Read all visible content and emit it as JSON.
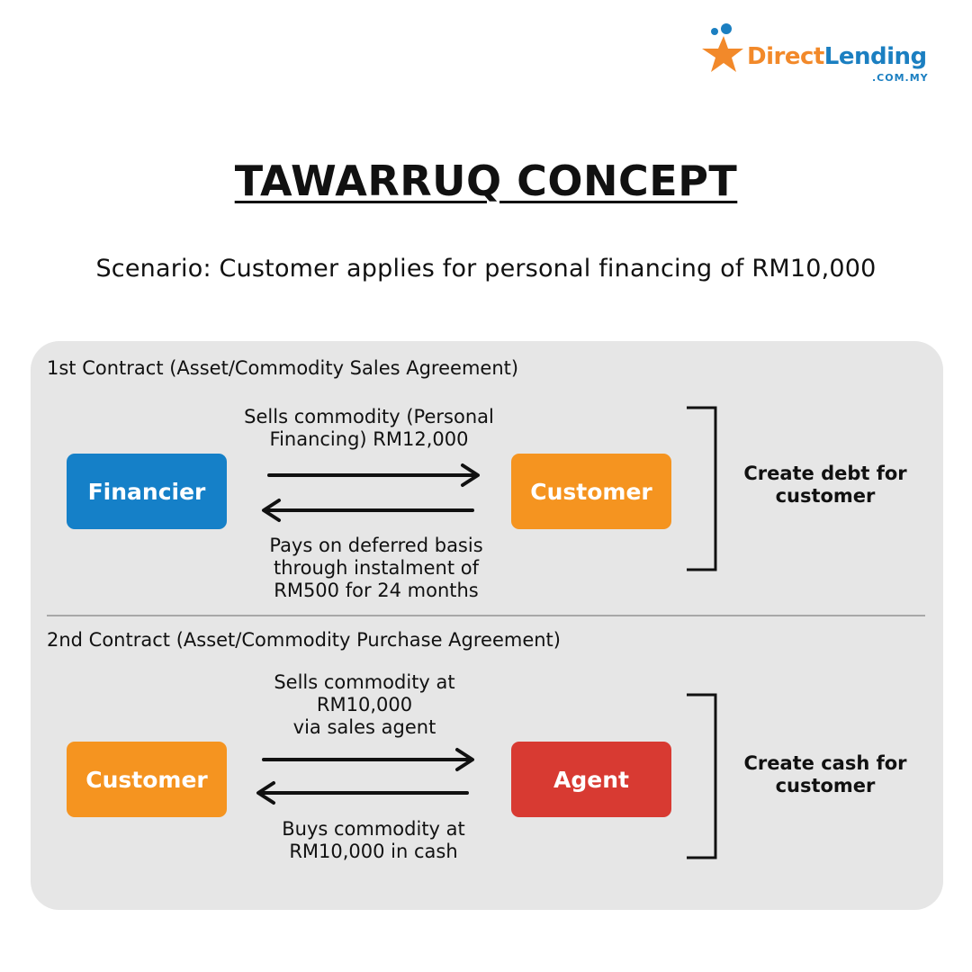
{
  "logo": {
    "word_1": "Direct",
    "word_2": "Lending",
    "domain": ".COM.MY"
  },
  "title": "TAWARRUQ CONCEPT",
  "scenario": "Scenario: Customer applies for personal financing of RM10,000",
  "contracts": [
    {
      "label": "1st Contract (Asset/Commodity Sales Agreement)",
      "left_party": "Financier",
      "right_party": "Customer",
      "top_note": "Sells commodity (Personal\nFinancing) RM12,000",
      "bottom_note": "Pays on deferred basis\nthrough instalment of\nRM500 for 24 months",
      "result": "Create debt for\ncustomer"
    },
    {
      "label": "2nd Contract (Asset/Commodity Purchase Agreement)",
      "left_party": "Customer",
      "right_party": "Agent",
      "top_note": "Sells commodity at\nRM10,000\nvia sales agent",
      "bottom_note": "Buys commodity at\nRM10,000 in cash",
      "result": "Create cash for\ncustomer"
    }
  ],
  "colors": {
    "financier": "#1580c8",
    "customer": "#f59420",
    "agent": "#d83a32",
    "panel": "#e6e6e6",
    "logo_orange": "#f2892a",
    "logo_blue": "#1b7fc1"
  }
}
